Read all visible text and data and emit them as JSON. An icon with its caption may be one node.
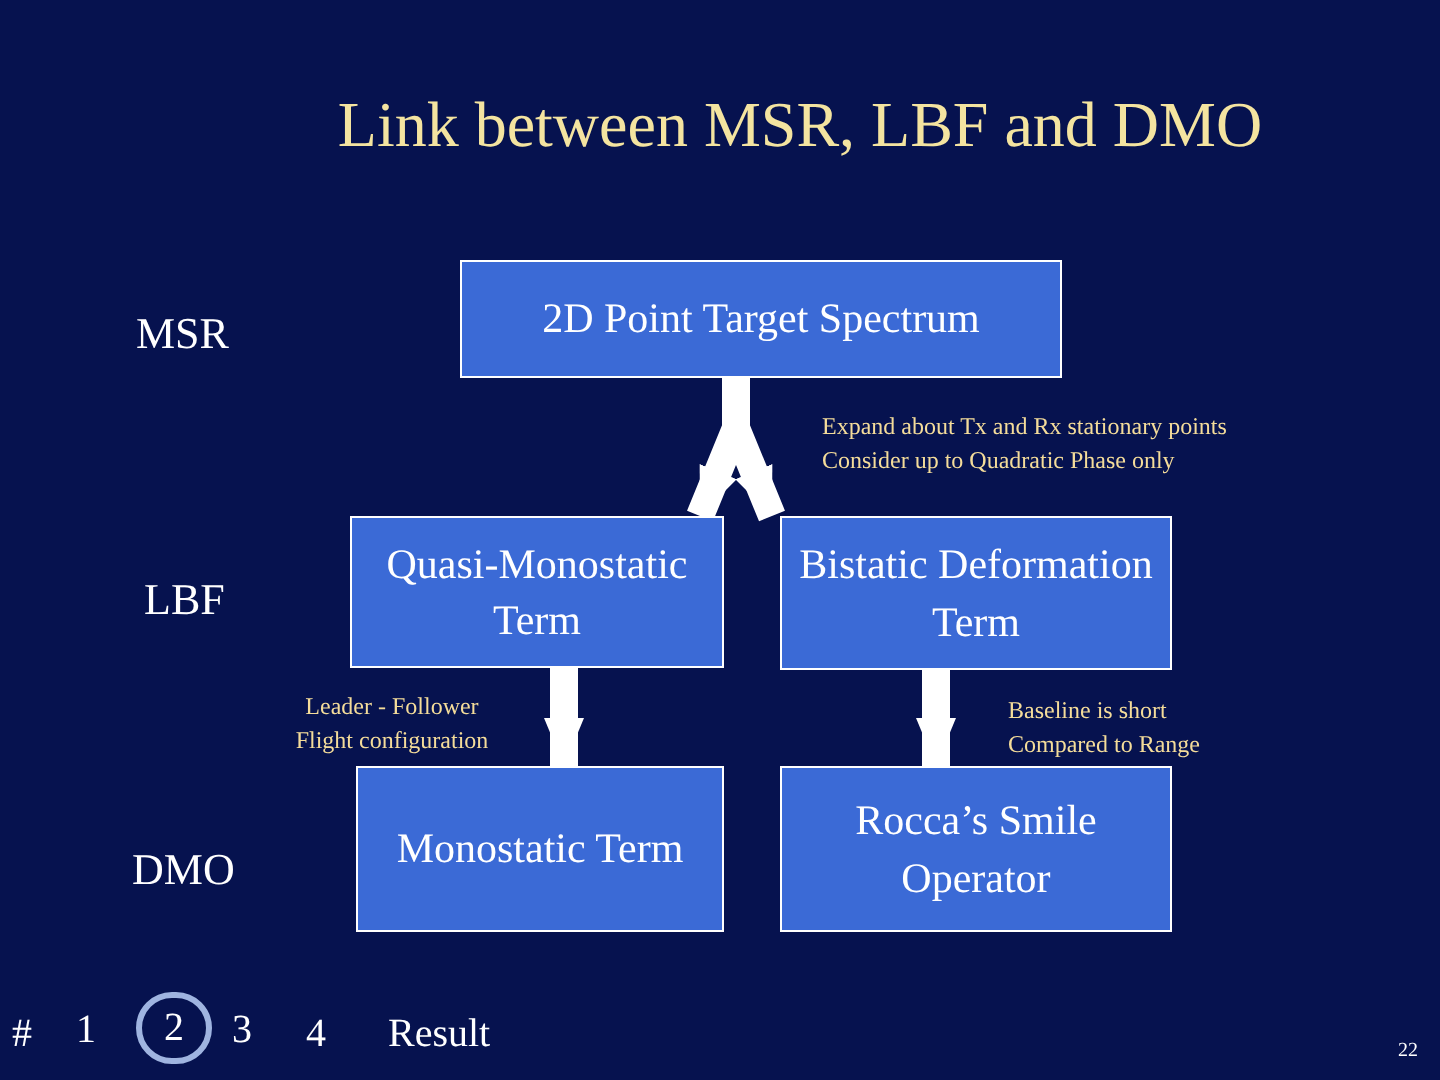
{
  "diagram": {
    "title": "Link between MSR, LBF and DMO",
    "nodes": [
      {
        "text": [
          "2D Point Target Spectrum"
        ]
      },
      {
        "text": [
          "Quasi-Monostatic Term"
        ]
      },
      {
        "text": [
          "Bistatic Deformation Term"
        ]
      },
      {
        "text": [
          "Monostatic Term"
        ]
      },
      {
        "text": [
          "Rocca’s Smile Operator"
        ]
      },
      {
        "text": [
          "2"
        ]
      }
    ],
    "edges": [
      {
        "from": 0,
        "to": 1,
        "arrow": "to"
      },
      {
        "from": 0,
        "to": 2,
        "arrow": "to",
        "label": "Expand about Tx and Rx stationary points Consider up to Quadratic Phase only"
      },
      {
        "from": 1,
        "to": 3,
        "arrow": "to",
        "label": "Leader - Follower Flight configuration"
      },
      {
        "from": 2,
        "to": 4,
        "arrow": "to",
        "label": "Baseline is short Compared to Range"
      }
    ],
    "labels": [
      "MSR",
      "LBF",
      "DMO",
      "#",
      "1",
      "3",
      "4",
      "Result",
      "22"
    ]
  }
}
